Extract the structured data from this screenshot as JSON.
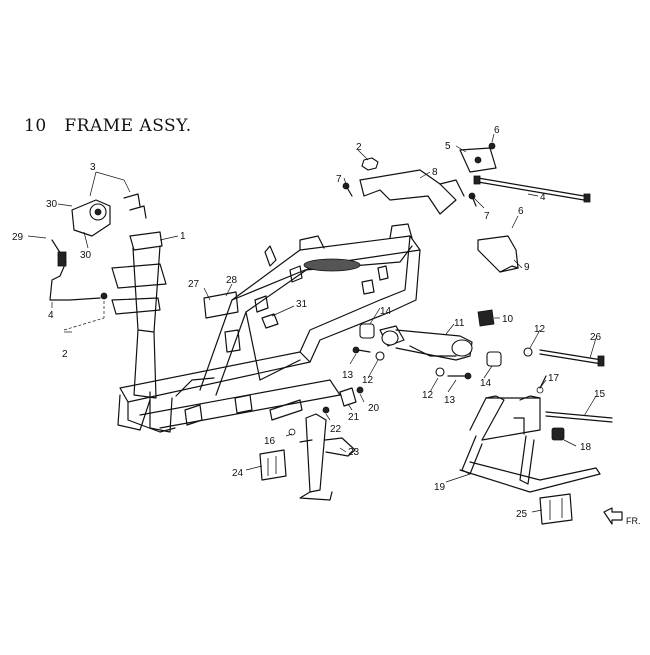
{
  "title": "10   FRAME ASSY.",
  "front_marker": "FR.",
  "callouts": [
    {
      "id": "c1",
      "label": "1"
    },
    {
      "id": "c2a",
      "label": "2"
    },
    {
      "id": "c2b",
      "label": "2"
    },
    {
      "id": "c3",
      "label": "3"
    },
    {
      "id": "c4a",
      "label": "4"
    },
    {
      "id": "c4b",
      "label": "4"
    },
    {
      "id": "c5",
      "label": "5"
    },
    {
      "id": "c6a",
      "label": "6"
    },
    {
      "id": "c6b",
      "label": "6"
    },
    {
      "id": "c7a",
      "label": "7"
    },
    {
      "id": "c7b",
      "label": "7"
    },
    {
      "id": "c8",
      "label": "8"
    },
    {
      "id": "c9",
      "label": "9"
    },
    {
      "id": "c10",
      "label": "10"
    },
    {
      "id": "c11",
      "label": "11"
    },
    {
      "id": "c12a",
      "label": "12"
    },
    {
      "id": "c12b",
      "label": "12"
    },
    {
      "id": "c12c",
      "label": "12"
    },
    {
      "id": "c13a",
      "label": "13"
    },
    {
      "id": "c13b",
      "label": "13"
    },
    {
      "id": "c14a",
      "label": "14"
    },
    {
      "id": "c14b",
      "label": "14"
    },
    {
      "id": "c15",
      "label": "15"
    },
    {
      "id": "c16",
      "label": "16"
    },
    {
      "id": "c17",
      "label": "17"
    },
    {
      "id": "c18",
      "label": "18"
    },
    {
      "id": "c19",
      "label": "19"
    },
    {
      "id": "c20",
      "label": "20"
    },
    {
      "id": "c21",
      "label": "21"
    },
    {
      "id": "c22",
      "label": "22"
    },
    {
      "id": "c23",
      "label": "23"
    },
    {
      "id": "c24",
      "label": "24"
    },
    {
      "id": "c25",
      "label": "25"
    },
    {
      "id": "c26",
      "label": "26"
    },
    {
      "id": "c27",
      "label": "27"
    },
    {
      "id": "c28",
      "label": "28"
    },
    {
      "id": "c29",
      "label": "29"
    },
    {
      "id": "c30a",
      "label": "30"
    },
    {
      "id": "c30b",
      "label": "30"
    },
    {
      "id": "c31",
      "label": "31"
    }
  ]
}
